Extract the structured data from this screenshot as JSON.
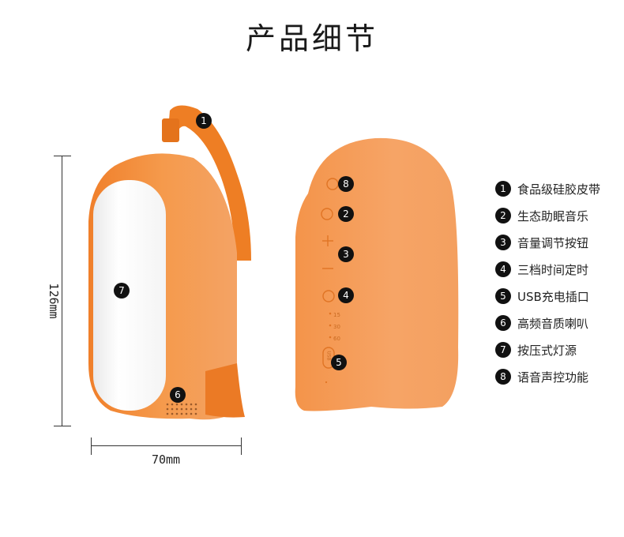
{
  "title": "产品细节",
  "dimensions": {
    "height_label": "126mm",
    "width_label": "70mm"
  },
  "colors": {
    "body_orange": "#F2913D",
    "band_orange": "#EE7E24",
    "lamp_white": "#FFFFFF",
    "badge": "#111111"
  },
  "device_left": {
    "badges": [
      "1",
      "7",
      "6"
    ]
  },
  "device_right": {
    "badges": [
      "8",
      "2",
      "3",
      "4",
      "5"
    ],
    "timer_marks": [
      "15",
      "30",
      "60"
    ],
    "usb_text": "USB"
  },
  "legend": [
    {
      "num": "1",
      "label": "食品级硅胶皮带"
    },
    {
      "num": "2",
      "label": "生态助眠音乐"
    },
    {
      "num": "3",
      "label": "音量调节按钮"
    },
    {
      "num": "4",
      "label": "三档时间定时"
    },
    {
      "num": "5",
      "label": "USB充电插口"
    },
    {
      "num": "6",
      "label": "高频音质喇叭"
    },
    {
      "num": "7",
      "label": "按压式灯源"
    },
    {
      "num": "8",
      "label": "语音声控功能"
    }
  ]
}
